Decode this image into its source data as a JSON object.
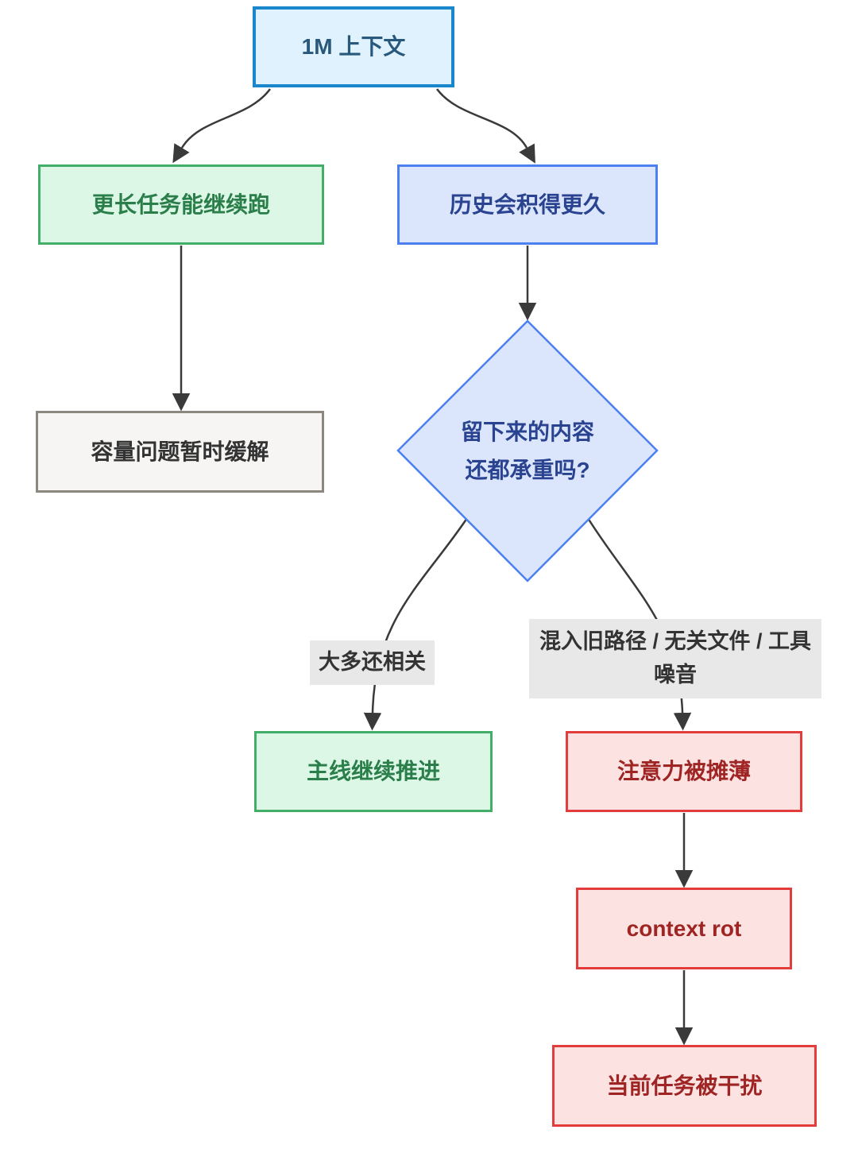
{
  "diagram": {
    "type": "flowchart",
    "background": "#ffffff",
    "nodes": {
      "root": {
        "label": "1M 上下文",
        "shape": "rect",
        "theme": "cyan"
      },
      "longer_tasks": {
        "label": "更长任务能继续跑",
        "shape": "rect",
        "theme": "green"
      },
      "history": {
        "label": "历史会积得更久",
        "shape": "rect",
        "theme": "blue"
      },
      "capacity": {
        "label": "容量问题暂时缓解",
        "shape": "rect",
        "theme": "gray"
      },
      "decision": {
        "lines": [
          "留下来的内容",
          "还都承重吗?"
        ],
        "shape": "diamond",
        "theme": "blue"
      },
      "mainline": {
        "label": "主线继续推进",
        "shape": "rect",
        "theme": "green"
      },
      "attention": {
        "label": "注意力被摊薄",
        "shape": "rect",
        "theme": "red"
      },
      "context_rot": {
        "label": "context rot",
        "shape": "rect",
        "theme": "red"
      },
      "task_disturbed": {
        "label": "当前任务被干扰",
        "shape": "rect",
        "theme": "red"
      }
    },
    "edges": [
      {
        "from": "root",
        "to": "longer_tasks",
        "label": ""
      },
      {
        "from": "root",
        "to": "history",
        "label": ""
      },
      {
        "from": "longer_tasks",
        "to": "capacity",
        "label": ""
      },
      {
        "from": "history",
        "to": "decision",
        "label": ""
      },
      {
        "from": "decision",
        "to": "mainline",
        "label": "大多还相关"
      },
      {
        "from": "decision",
        "to": "attention",
        "label": "混入旧路径 / 无关文件 / 工具噪音"
      },
      {
        "from": "attention",
        "to": "context_rot",
        "label": ""
      },
      {
        "from": "context_rot",
        "to": "task_disturbed",
        "label": ""
      }
    ],
    "colors": {
      "cyan_fill": "#e0f2fd",
      "cyan_border": "#1a86cc",
      "cyan_text": "#28597c",
      "blue_fill": "#dbe6fc",
      "blue_border": "#4c80f1",
      "blue_text": "#2a4390",
      "green_fill": "#dcf7e5",
      "green_border": "#42ae68",
      "green_text": "#2a7e4a",
      "gray_fill": "#f6f5f3",
      "gray_border": "#8c8880",
      "gray_text": "#333333",
      "red_fill": "#fde2e2",
      "red_border": "#e23c3c",
      "red_text": "#9f2424",
      "edge_label_bg": "#e8e8e8",
      "edge_label_text": "#333333",
      "arrow": "#3a3a3a"
    }
  }
}
